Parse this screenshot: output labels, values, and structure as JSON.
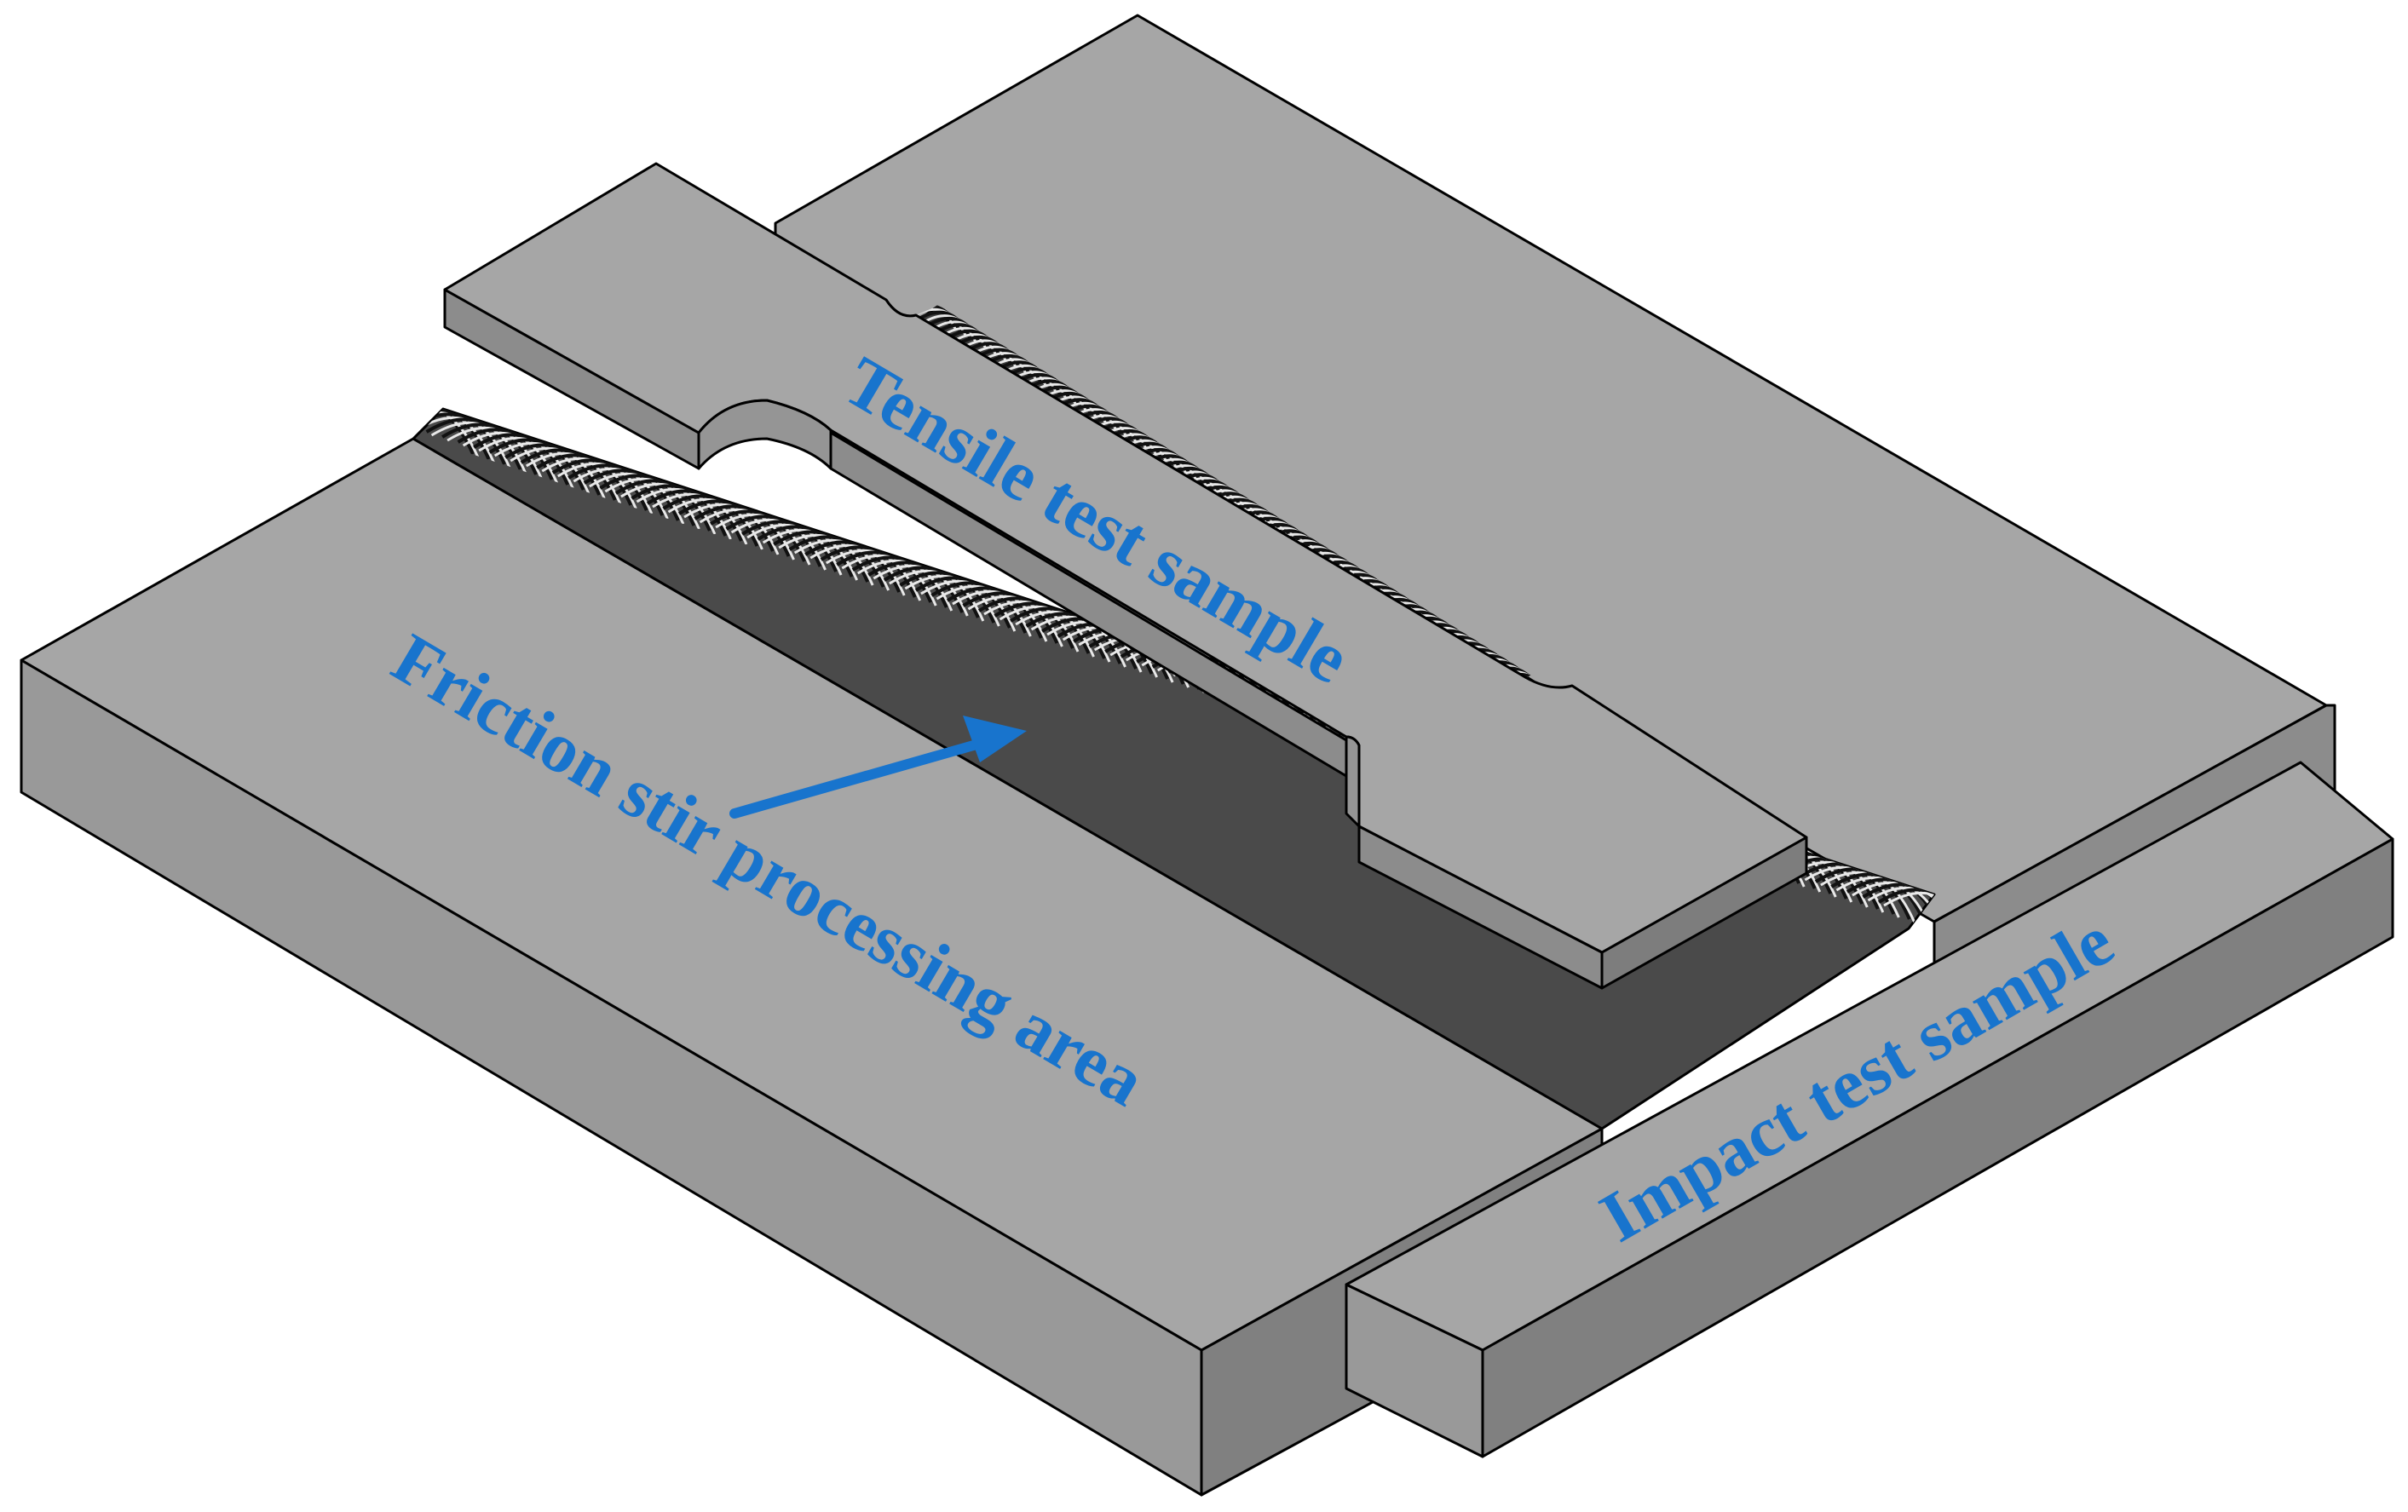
{
  "colors": {
    "top_face": "#a6a6a6",
    "side_face_light": "#999999",
    "side_face_dark": "#808080",
    "groove_dark": "#4a4a4a",
    "label_blue": "#1874cd"
  },
  "labels": {
    "tensile": "Tensile test sample",
    "friction": "Friction stir processing  area",
    "impact": "Impact test sample"
  }
}
